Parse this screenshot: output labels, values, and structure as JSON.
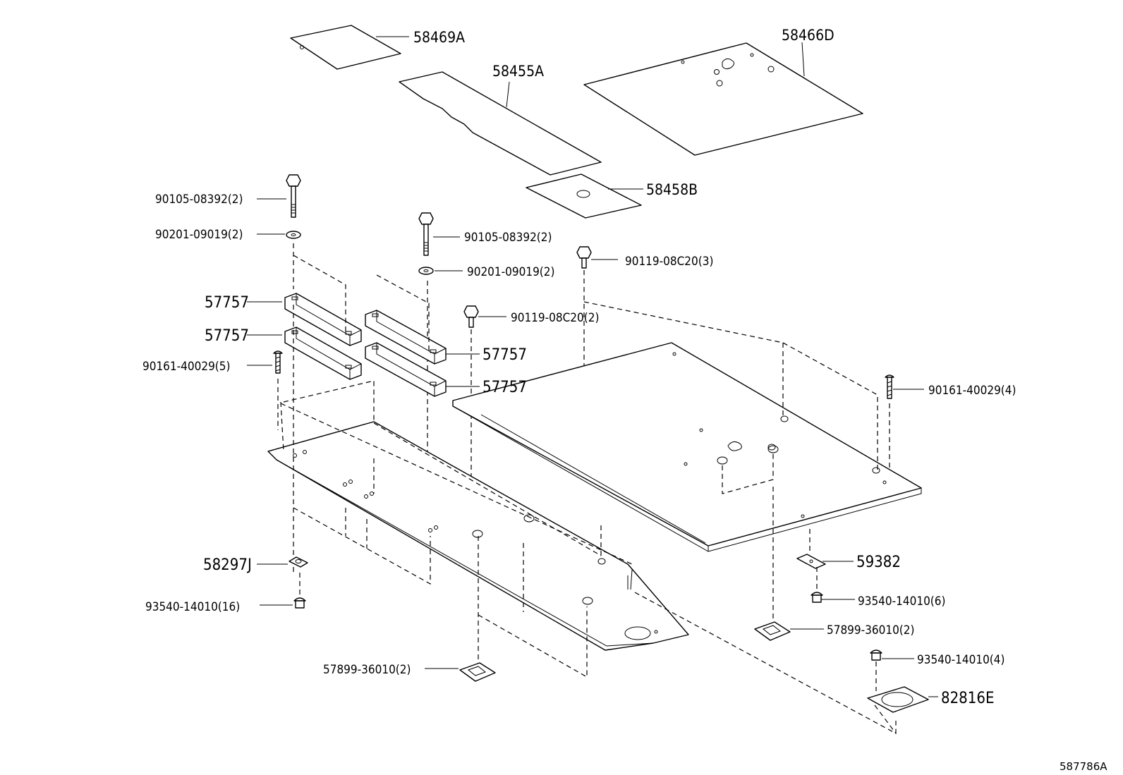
{
  "labels": {
    "p58469A": "58469A",
    "p58455A": "58455A",
    "p58466D": "58466D",
    "p58458B": "58458B",
    "bolt_a": "90105-08392(2)",
    "washer_a": "90201-09019(2)",
    "bolt_b": "90105-08392(2)",
    "washer_b": "90201-09019(2)",
    "bolt_c1": "90119-08C20(3)",
    "bolt_c2": "90119-08C20(2)",
    "screw_a": "90161-40029(5)",
    "screw_b": "90161-40029(4)",
    "rail_1": "57757",
    "rail_2": "57757",
    "rail_3": "57757",
    "rail_4": "57757",
    "nut_58297J": "58297J",
    "clip_59382": "59382",
    "clip_a": "93540-14010(16)",
    "clip_b": "93540-14010(6)",
    "clip_c": "93540-14010(4)",
    "plate_a": "57899-36010(2)",
    "plate_b": "57899-36010(2)",
    "cover_82816E": "82816E"
  },
  "figure_code": "587786A"
}
